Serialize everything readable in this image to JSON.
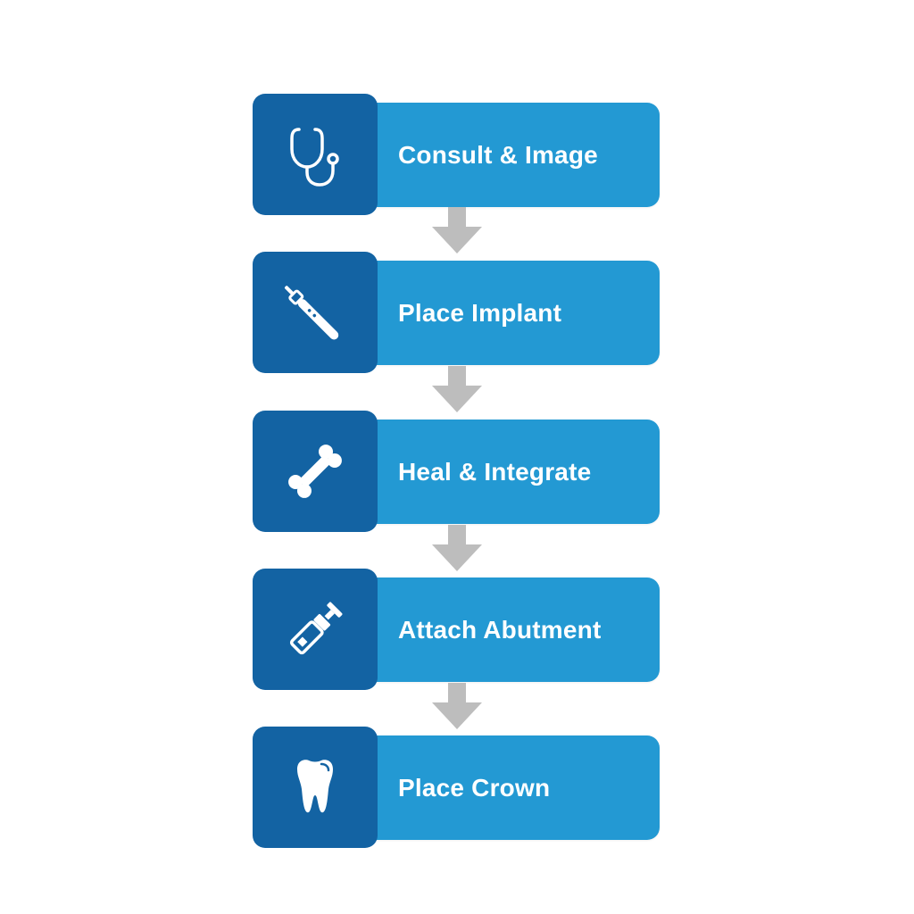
{
  "colors": {
    "bar": "#2399d3",
    "icon_box": "#1363a3",
    "arrow": "#bdbdbd",
    "label": "#ffffff"
  },
  "steps": [
    {
      "label": "Consult & Image",
      "icon": "stethoscope-icon"
    },
    {
      "label": "Place Implant",
      "icon": "dental-drill-icon"
    },
    {
      "label": "Heal & Integrate",
      "icon": "bone-icon"
    },
    {
      "label": "Attach Abutment",
      "icon": "abutment-screw-icon"
    },
    {
      "label": "Place Crown",
      "icon": "tooth-icon"
    }
  ]
}
